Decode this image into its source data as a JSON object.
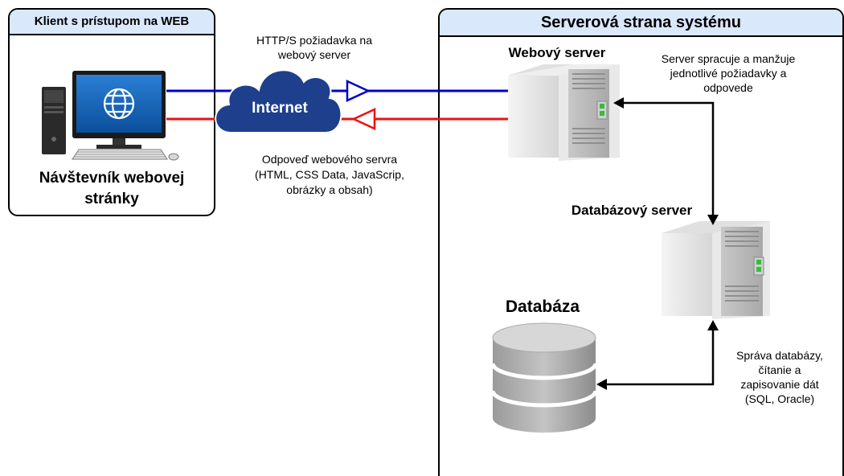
{
  "client": {
    "title": "Klient s prístupom na WEB",
    "visitor_line1": "Návštevník webovej",
    "visitor_line2": "stránky"
  },
  "server_side": {
    "title": "Serverová strana systému"
  },
  "internet": {
    "label": "Internet"
  },
  "request": {
    "line1": "HTTP/S požiadavka na",
    "line2": "webový server"
  },
  "response": {
    "line1": "Odpoveď webového servra",
    "line2": "(HTML, CSS Data, JavaScrip,",
    "line3": "obrázky a obsah)"
  },
  "web_server": {
    "title": "Webový server",
    "desc_line1": "Server spracuje a manžuje",
    "desc_line2": "jednotlivé požiadavky a",
    "desc_line3": "odpovede"
  },
  "db_server": {
    "title": "Databázový server"
  },
  "database": {
    "title": "Databáza",
    "desc_line1": "Správa databázy,",
    "desc_line2": "čítanie a",
    "desc_line3": "zapisovanie dát",
    "desc_line4": "(SQL, Oracle)"
  },
  "colors": {
    "request_line": "#0000cc",
    "response_line": "#ee1111",
    "header_fill": "#dae8fc",
    "cloud": "#1e3f8c"
  }
}
